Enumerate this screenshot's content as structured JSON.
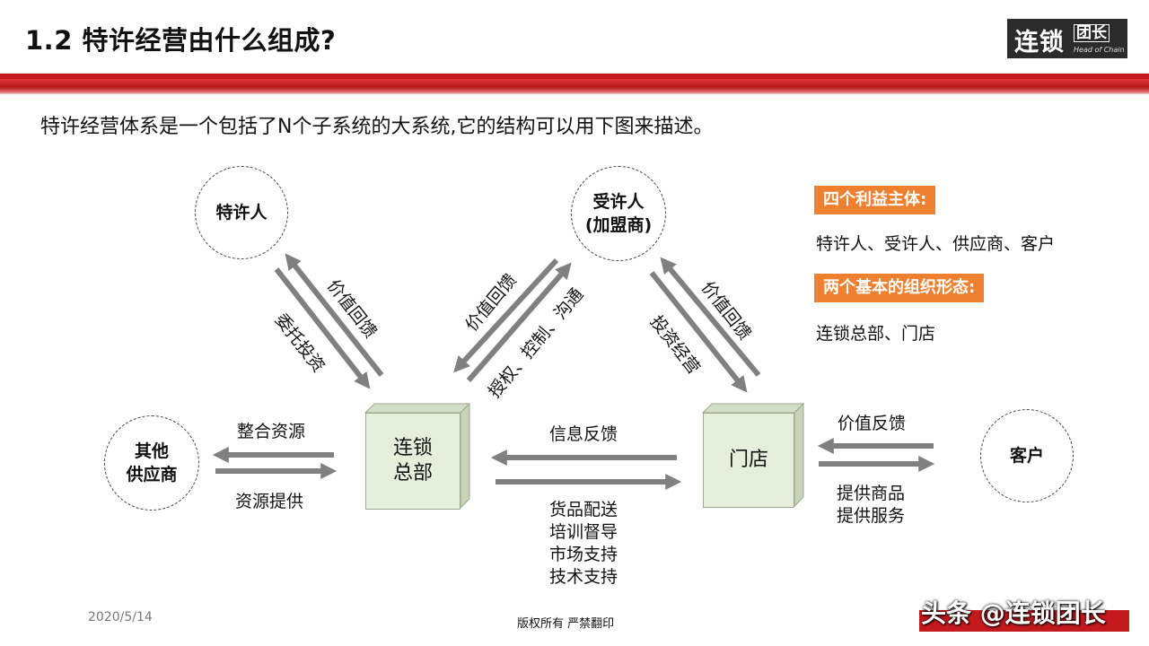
{
  "header": {
    "title": "1.2 特许经营由什么组成?",
    "logo_main": "连锁",
    "logo_tag": "团长",
    "logo_en": "Head of Chain"
  },
  "intro": "特许经营体系是一个包括了N个子系统的大系统,它的结构可以用下图来描述。",
  "nodes": {
    "franchisor": "特许人",
    "franchisee_line1": "受许人",
    "franchisee_line2": "(加盟商)",
    "supplier_line1": "其他",
    "supplier_line2": "供应商",
    "customer": "客户",
    "hq_line1": "连锁",
    "hq_line2": "总部",
    "store": "门店"
  },
  "edges": {
    "franchisor_value": "价值回馈",
    "franchisor_invest": "委托投资",
    "franchisee_value": "价值回馈",
    "franchisee_control": "授权、控制、沟通",
    "store_value": "价值回馈",
    "store_invest": "投资经营",
    "supplier_integrate": "整合资源",
    "supplier_provide": "资源提供",
    "hq_feedback": "信息反馈",
    "hq_services": [
      "货品配送",
      "培训督导",
      "市场支持",
      "技术支持"
    ],
    "customer_value": "价值反馈",
    "customer_provide": [
      "提供商品",
      "提供服务"
    ]
  },
  "side_panel": {
    "heading1": "四个利益主体:",
    "text1": "特许人、受许人、供应商、客户",
    "heading2": "两个基本的组织形态:",
    "text2": "连锁总部、门店"
  },
  "footer": {
    "date": "2020/5/14",
    "copyright": "版权所有  严禁翻印",
    "watermark": "头条 @连锁团长"
  },
  "colors": {
    "brand_red": "#c41a1e",
    "accent_orange": "#ee8030",
    "box_fill": "#e6efdb",
    "arrow_gray": "#808080"
  }
}
